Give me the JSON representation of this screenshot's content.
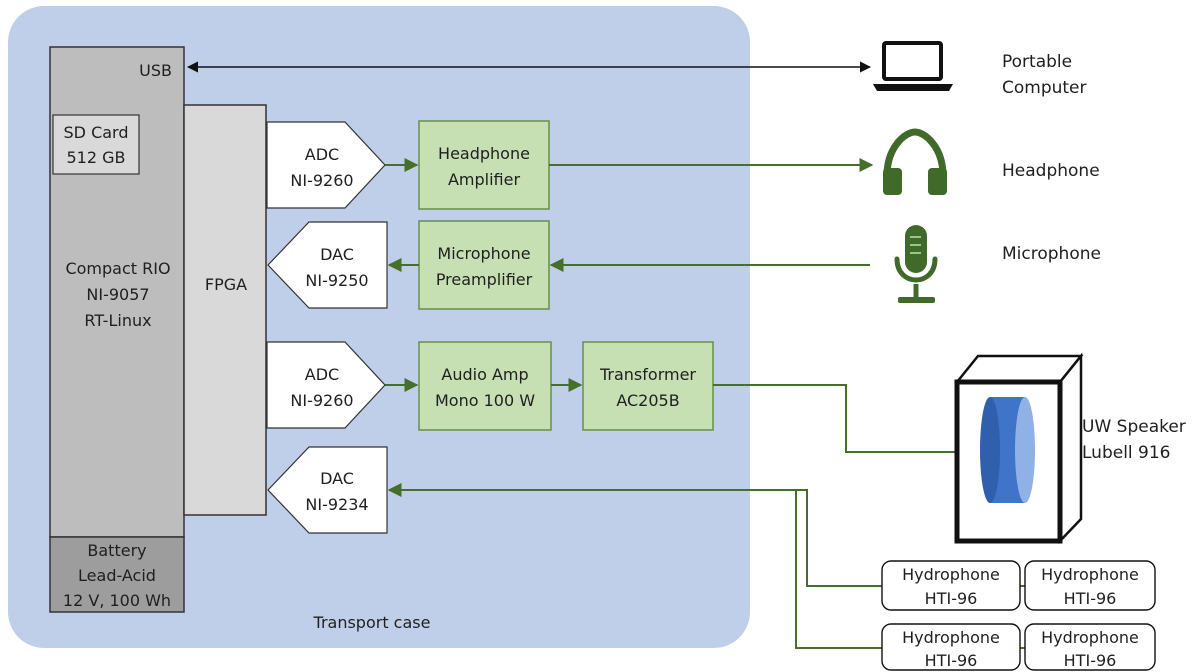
{
  "case": {
    "label": "Transport case"
  },
  "crio": {
    "usb": "USB",
    "lines": [
      "Compact RIO",
      "NI-9057",
      "RT-Linux"
    ]
  },
  "sd_card": {
    "lines": [
      "SD Card",
      "512 GB"
    ]
  },
  "battery": {
    "lines": [
      "Battery",
      "Lead-Acid",
      "12 V, 100 Wh"
    ]
  },
  "fpga": {
    "label": "FPGA"
  },
  "converters": {
    "adc1": [
      "ADC",
      "NI-9260"
    ],
    "dac1": [
      "DAC",
      "NI-9250"
    ],
    "adc2": [
      "ADC",
      "NI-9260"
    ],
    "dac2": [
      "DAC",
      "NI-9234"
    ]
  },
  "modules": {
    "headphone_amp": [
      "Headphone",
      "Amplifier"
    ],
    "mic_preamp": [
      "Microphone",
      "Preamplifier"
    ],
    "audio_amp": [
      "Audio Amp",
      "Mono 100 W"
    ],
    "transformer": [
      "Transformer",
      "AC205B"
    ]
  },
  "devices": {
    "computer": [
      "Portable",
      "Computer"
    ],
    "headphone": "Headphone",
    "microphone": "Microphone",
    "speaker": [
      "UW Speaker",
      "Lubell  916"
    ]
  },
  "hydrophones": [
    [
      "Hydrophone",
      "HTI-96"
    ],
    [
      "Hydrophone",
      "HTI-96"
    ],
    [
      "Hydrophone",
      "HTI-96"
    ],
    [
      "Hydrophone",
      "HTI-96"
    ]
  ],
  "colors": {
    "case_fill": "#bfcfea",
    "crio_fill": "#bdbdbd",
    "battery_fill": "#9d9d9d",
    "fpga_fill": "#d9d9d9",
    "module_fill": "#c6e0b4",
    "module_stroke": "#5e8c3e",
    "signal_green": "#466f2a",
    "icon_green": "#3f6a2a"
  }
}
